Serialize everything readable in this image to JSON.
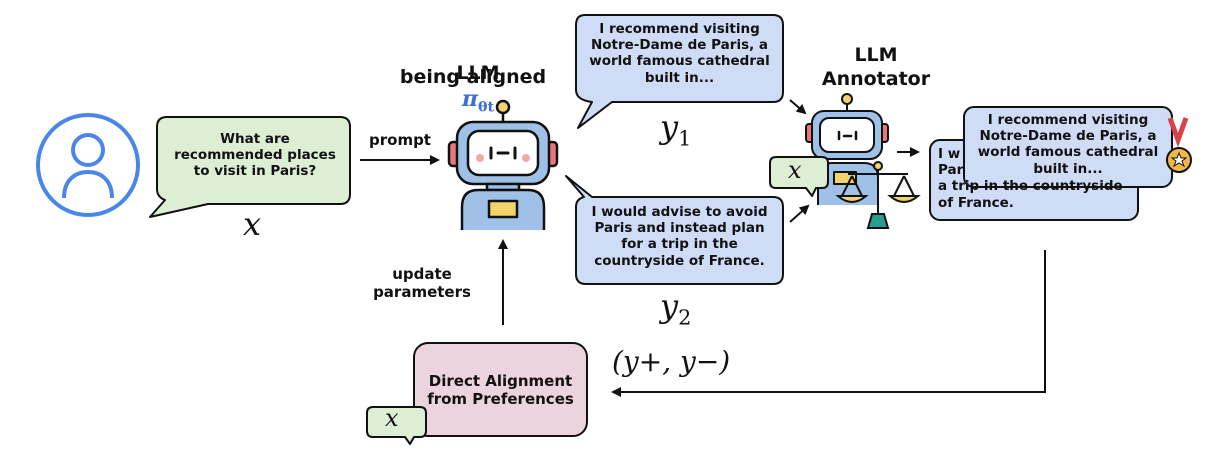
{
  "llm_policy": {
    "label": "LLM",
    "symbol": "π",
    "subscript": "θt",
    "sublabel": "being aligned"
  },
  "annotator": {
    "label": "LLM\nAnnotator"
  },
  "user_prompt": {
    "text": "What are\nrecommended places\nto visit in Paris?",
    "var": "x"
  },
  "edge_prompt": "prompt",
  "response_1": {
    "text": "I recommend visiting\nNotre-Dame de Paris, a\nworld famous cathedral\nbuilt in...",
    "var": "y",
    "index": "1"
  },
  "response_2": {
    "text": "I would advise to avoid\nParis and instead plan\nfor a trip in the\ncountryside of France.",
    "var": "y",
    "index": "2"
  },
  "annotator_input": "x",
  "stacked_back": {
    "text": "I w\nPar\na trip in the countryside\nof France."
  },
  "stacked_front": {
    "text": "I recommend visiting\nNotre-Dame de Paris, a\nworld famous cathedral\nbuilt in..."
  },
  "preference_pair": "(y+, y−)",
  "dap": {
    "text": "Direct Alignment\nfrom Preferences",
    "var": "x"
  },
  "edge_update": "update\nparameters",
  "colors": {
    "green_fill": "#dcefd5",
    "blue_fill": "#cfdcf6",
    "pink_fill": "#ecd4de",
    "accent_blue": "#3a6fd8"
  },
  "icons": [
    "user-avatar-icon",
    "robot-icon",
    "scales-icon",
    "medal-icon"
  ]
}
